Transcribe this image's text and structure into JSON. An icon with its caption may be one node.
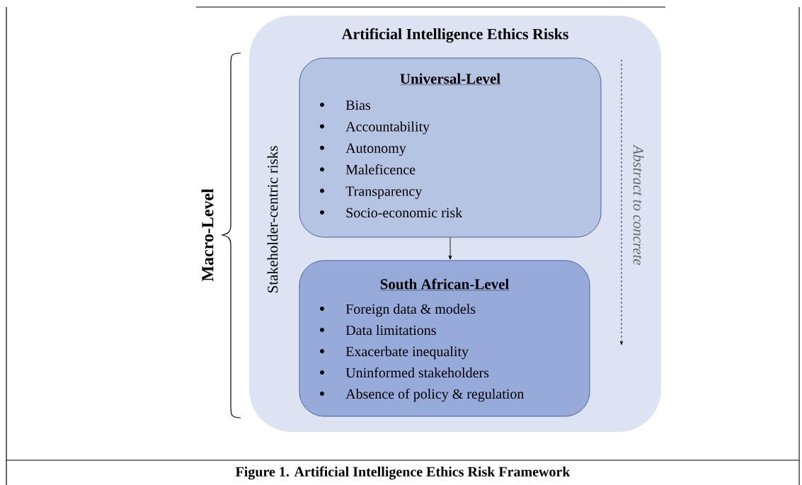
{
  "diagram": {
    "caption": "Figure 1. Artificial Intelligence Ethics Risk Framework",
    "nodes": [
      {
        "text": [
          "Artificial Intelligence Ethics Risks",
          "Stakeholder-centric risks",
          "Abstract to concrete"
        ]
      },
      {
        "text": [
          "Universal-Level",
          "Bias",
          "Accountability",
          "Autonomy",
          "Maleficence",
          "Transparency",
          "Socio-economic risk"
        ],
        "in": 0
      },
      {
        "text": [
          "South African-Level",
          "Foreign data & models",
          "Data limitations",
          "Exacerbate inequality",
          "Uninformed stakeholders",
          "Absence of policy & regulation"
        ],
        "in": 0
      }
    ],
    "edges": [
      {
        "from": 1,
        "to": 2,
        "arrow": "to"
      }
    ],
    "labels": [
      "Macro-Level"
    ]
  }
}
